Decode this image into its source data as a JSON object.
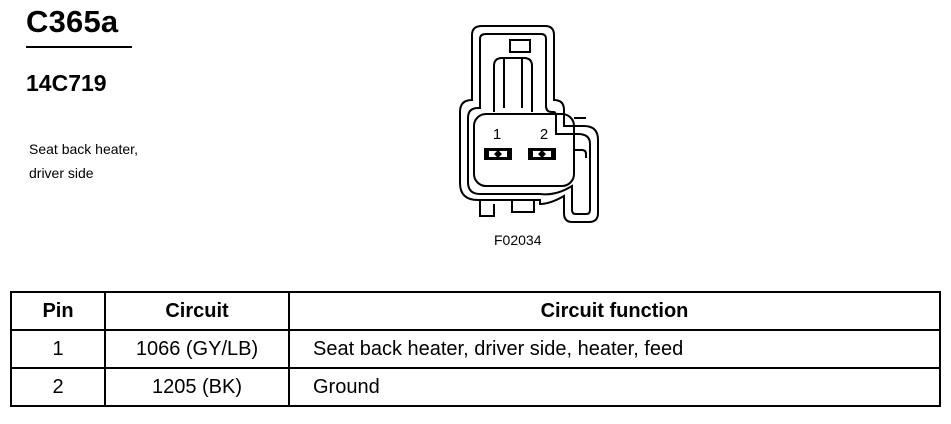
{
  "connector": {
    "name": "C365a",
    "part_number": "14C719",
    "description_lines": [
      "Seat back heater,",
      "driver side"
    ],
    "figure_id": "F02034",
    "pin_labels": [
      "1",
      "2"
    ]
  },
  "table": {
    "headers": [
      "Pin",
      "Circuit",
      "Circuit function"
    ],
    "rows": [
      [
        "1",
        "1066 (GY/LB)",
        "Seat back heater, driver side, heater, feed"
      ],
      [
        "2",
        "1205 (BK)",
        "Ground"
      ]
    ]
  }
}
